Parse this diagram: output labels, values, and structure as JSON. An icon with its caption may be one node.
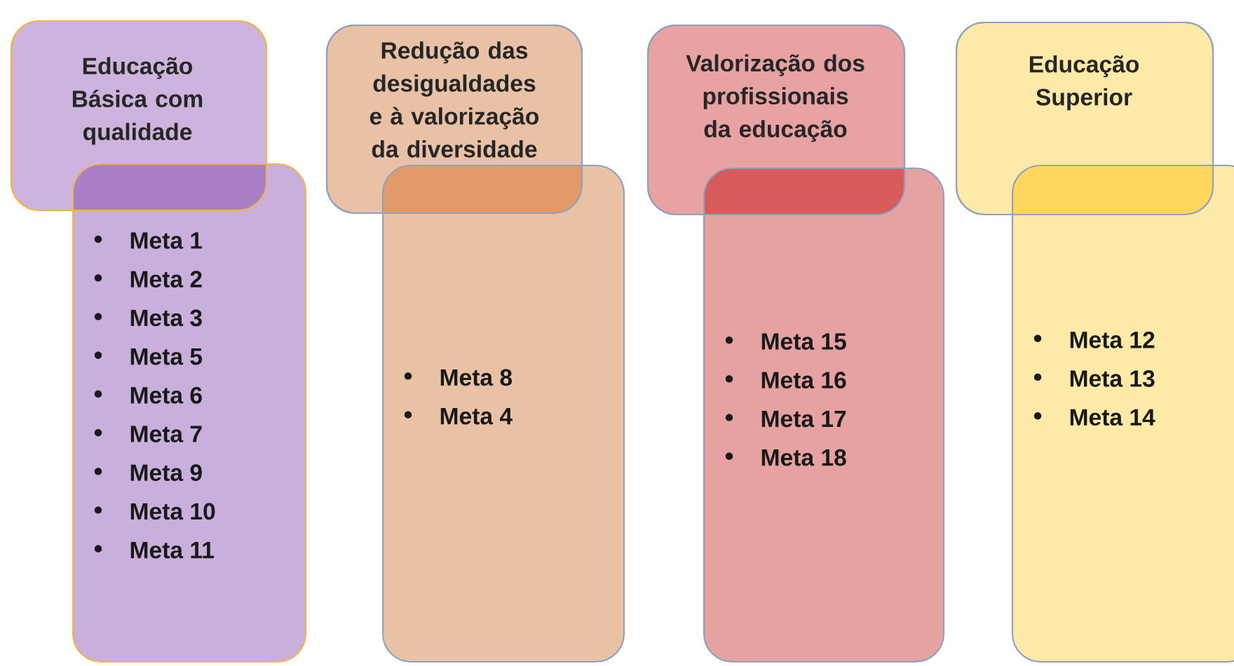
{
  "diagram": {
    "nodes": [
      {
        "text": [
          "Educação Básica com qualidade"
        ]
      },
      {
        "text": [
          "Meta 1",
          "Meta 2",
          "Meta 3",
          "Meta 5",
          "Meta 6",
          "Meta 7",
          "Meta 9",
          "Meta 10",
          "Meta 11"
        ]
      },
      {
        "text": [
          "Redução das desigualdades e à valorização da diversidade"
        ]
      },
      {
        "text": [
          "Meta 8",
          "Meta 4"
        ]
      },
      {
        "text": [
          "Valorização dos profissionais da educação"
        ]
      },
      {
        "text": [
          "Meta 15",
          "Meta 16",
          "Meta 17",
          "Meta 18"
        ]
      },
      {
        "text": [
          "Educação Superior"
        ]
      },
      {
        "text": [
          "Meta 12",
          "Meta 13",
          "Meta 14"
        ]
      }
    ]
  }
}
